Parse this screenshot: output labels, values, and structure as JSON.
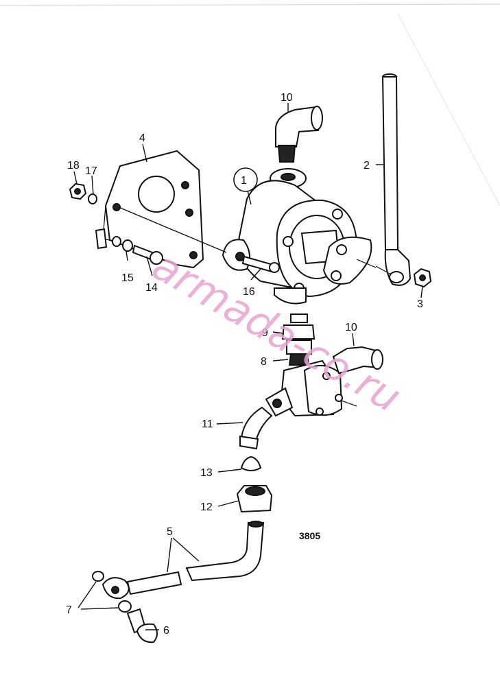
{
  "diagram": {
    "drawing_number": "3805",
    "watermark": "armada-co.ru",
    "watermark_color": "#e7a3cf",
    "callouts": [
      {
        "id": "c1",
        "text": "1",
        "circled": true
      },
      {
        "id": "c2",
        "text": "2"
      },
      {
        "id": "c3",
        "text": "3"
      },
      {
        "id": "c4",
        "text": "4"
      },
      {
        "id": "c5",
        "text": "5"
      },
      {
        "id": "c6",
        "text": "6"
      },
      {
        "id": "c7",
        "text": "7"
      },
      {
        "id": "c8",
        "text": "8"
      },
      {
        "id": "c9",
        "text": "9"
      },
      {
        "id": "c10a",
        "text": "10"
      },
      {
        "id": "c10b",
        "text": "10"
      },
      {
        "id": "c11",
        "text": "11"
      },
      {
        "id": "c12",
        "text": "12"
      },
      {
        "id": "c13",
        "text": "13"
      },
      {
        "id": "c14",
        "text": "14"
      },
      {
        "id": "c15",
        "text": "15"
      },
      {
        "id": "c16",
        "text": "16"
      },
      {
        "id": "c17",
        "text": "17"
      },
      {
        "id": "c18",
        "text": "18"
      }
    ]
  }
}
